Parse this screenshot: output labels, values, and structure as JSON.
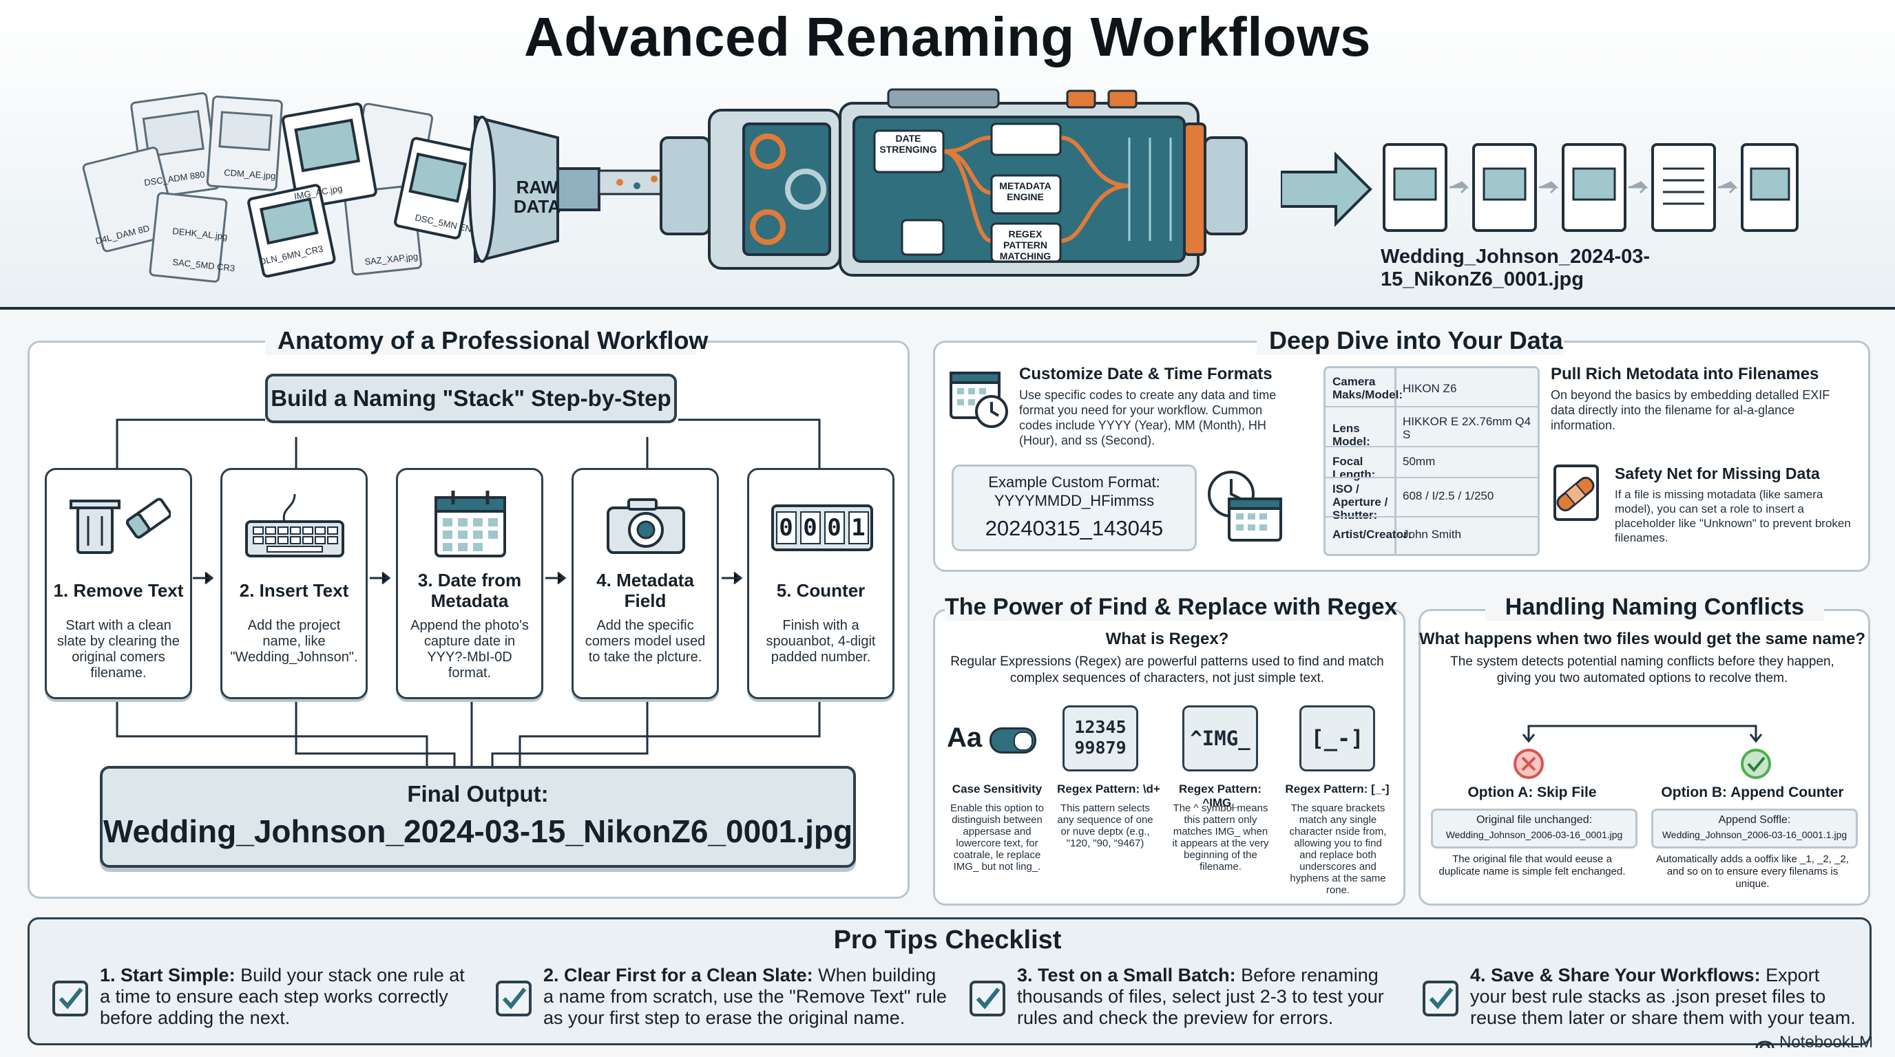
{
  "title": "Advanced Renaming Workflows",
  "header": {
    "funnel_label": [
      "RAW",
      "DATA"
    ],
    "scattered_files": [
      "DSC_ADM 880",
      "CDM_AE.jpg",
      "IMG_AC.jpg",
      "DSC_5MN END",
      "D4L_DAM 8D",
      "DEHK_AL.jpg",
      "DLN_6MN_CR3",
      "SAZ_XAP.jpg",
      "SAC_5MD CR3"
    ],
    "machine_labels": [
      "DATE STRENGING",
      "METADATA ENGINE",
      "REGEX PATTERN MATCHING"
    ],
    "output_filename": "Wedding_Johnson_2024-03-15_NikonZ6_0001.jpg"
  },
  "workflow": {
    "section_title": "Anatomy of a Professional Workflow",
    "stack_title": "Build a Naming \"Stack\" Step-by-Step",
    "steps": [
      {
        "title": "1. Remove Text",
        "desc": "Start with a clean slate by clearing the original comers filename.",
        "icon": "trash-eraser-icon"
      },
      {
        "title": "2. Insert Text",
        "desc": "Add the project name, like \"Wedding_Johnson\".",
        "icon": "keyboard-icon"
      },
      {
        "title": "3. Date from Metadata",
        "desc": "Append the photo's capture date in YYY?-MbI-0D format.",
        "icon": "calendar-icon"
      },
      {
        "title": "4. Metadata Field",
        "desc": "Add the specific comers model used to take the plcture.",
        "icon": "camera-icon"
      },
      {
        "title": "5. Counter",
        "desc": "Finish with a spouanbot, 4-digit padded number.",
        "icon": "counter-icon",
        "counter_digits": [
          "0",
          "0",
          "0",
          "1"
        ]
      }
    ],
    "final_output_label": "Final Output:",
    "final_output_value": "Wedding_Johnson_2024-03-15_NikonZ6_0001.jpg"
  },
  "data_dive": {
    "section_title": "Deep Dive into Your Data",
    "date_formats": {
      "title": "Customize Date & Time Formats",
      "desc": "Use specific codes to create any data and time format you need for your workflow. Cummon codes include YYYY (Year), MM (Month), HH (Hour), and ss (Second).",
      "example_label": "Example Custom Format:",
      "example_format": "YYYYMMDD_HFimmss",
      "example_value": "20240315_143045"
    },
    "metadata_table": [
      {
        "key": "Camera Maks/Model:",
        "value": "HIKON Z6"
      },
      {
        "key": "Lens Model:",
        "value": "HIKKOR E 2X.76mm Q4 S"
      },
      {
        "key": "Focal Length:",
        "value": "50mm"
      },
      {
        "key": "ISO / Aperture / Shutter:",
        "value": "608 / I/2.5 / 1/250"
      },
      {
        "key": "Artist/Creator:",
        "value": "John Smith"
      }
    ],
    "rich_metadata": {
      "title": "Pull Rich Metodata into Filenames",
      "desc": "On beyond the basics by embedding detalled EXIF data directly into the filename for al-a-glance information."
    },
    "safety_net": {
      "title": "Safety Net for Missing Data",
      "desc": "If a file is missing motadata (like samera model), you can set a role to insert a placeholder like \"Unknown\" to prevent broken filenames."
    }
  },
  "regex": {
    "section_title": "The Power of Find & Replace with Regex",
    "subtitle": "What is Regex?",
    "intro": "Regular Expressions (Regex) are powerful patterns used to find and match complex sequences of characters, not just simple text.",
    "items": [
      {
        "tile": "Aa",
        "label": "Case Sensitivity",
        "desc": "Enable this option to distinguish between appersase and lowercore text, for coatrale, le replace IMG_ but not ling_."
      },
      {
        "tile": "12345\n99879",
        "label": "Regex Pattern: \\d+",
        "desc": "This pattern selects any sequence of one or nuve deptx (e.g., \"120, \"90, \"9467)"
      },
      {
        "tile": "^IMG_",
        "label": "Regex Pattern: ^IMG_",
        "desc": "The ^ symbol means this pattern only matches IMG_ when it appears at the very beginning of the filename."
      },
      {
        "tile": "[_-]",
        "label": "Regex Pattern: [_-]",
        "desc": "The square brackets match any single character nside from, allowing you to find and replace both underscores and hyphens at the same rone."
      }
    ]
  },
  "conflicts": {
    "section_title": "Handling Naming Conflicts",
    "question": "What happens when two files would get the same name?",
    "intro": "The system detects potential naming conflicts before they happen, giving you two automated options to recolve them.",
    "option_a": {
      "title": "Option A: Skip File",
      "box_label": "Original file unchanged:",
      "box_value": "Wedding_Johnson_2006-03-16_0001.jpg",
      "desc": "The original file that would eeuse a duplicate name is simple felt enchanged."
    },
    "option_b": {
      "title": "Option B: Append Counter",
      "box_label": "Append Soffle:",
      "box_value": "Wedding_Johnson_2006-03-16_0001.1.jpg",
      "desc": "Automatically adds a ooffix like _1, _2, _2, and so on to ensure every filenams is unique."
    }
  },
  "tips": {
    "section_title": "Pro Tips Checklist",
    "items": [
      {
        "lead": "1. Start Simple:",
        "text": "Build your stack one rule at a time to ensure each step works correctly before adding the next."
      },
      {
        "lead": "2. Clear First for a Clean Slate:",
        "text": "When building a name from scratch, use the \"Remove Text\" rule as your first step to erase the original name."
      },
      {
        "lead": "3. Test on a Small Batch:",
        "text": "Before renaming thousands of files, select just 2-3 to test your rules and check the preview for errors."
      },
      {
        "lead": "4. Save & Share Your Workflows:",
        "text": "Export your best rule stacks as .json preset files to reuse them later or share them with your team."
      }
    ]
  },
  "watermark": "NotebookLM",
  "colors": {
    "teal": "#2f6f7e",
    "orange": "#e07b39",
    "dark": "#2e3f4d",
    "red": "#d9534f",
    "green": "#4caf50"
  }
}
